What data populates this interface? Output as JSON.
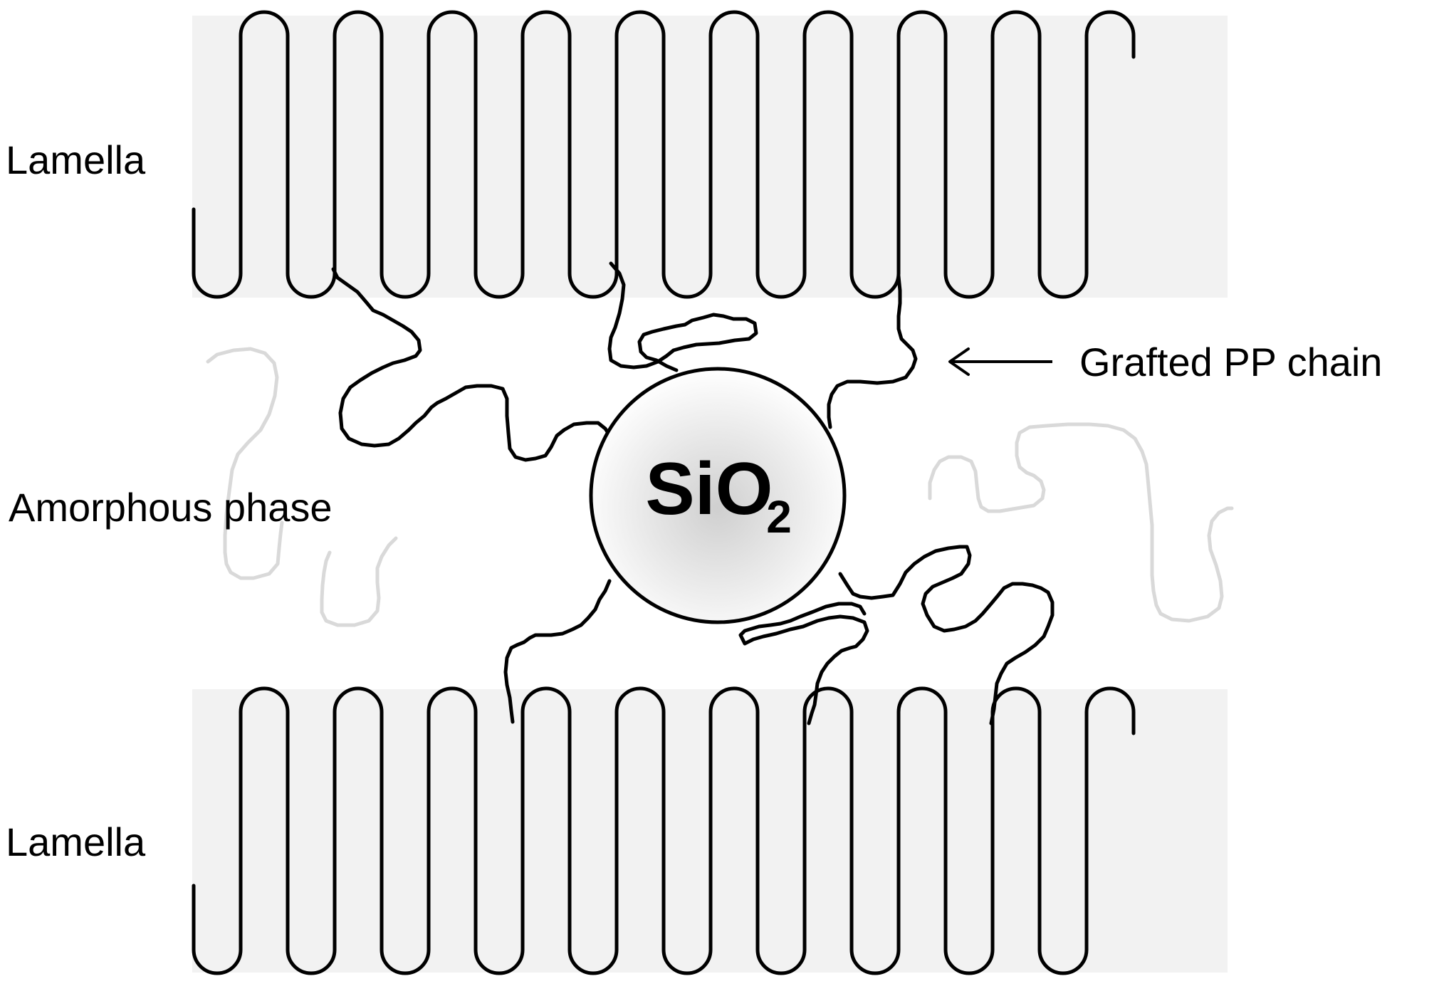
{
  "labels": {
    "lamella_top": "Lamella",
    "lamella_bottom": "Lamella",
    "amorphous": "Amorphous phase",
    "grafted": "Grafted PP chain"
  },
  "particle": {
    "formula": "SiO",
    "subscript": "2"
  },
  "colors": {
    "lamella_fill": "#f2f2f2",
    "chain_stroke": "#000000",
    "amorphous_stroke": "#d9d9d9",
    "particle_edge": "#000000",
    "particle_center": "#cfcfcf",
    "particle_rim": "#ffffff"
  }
}
